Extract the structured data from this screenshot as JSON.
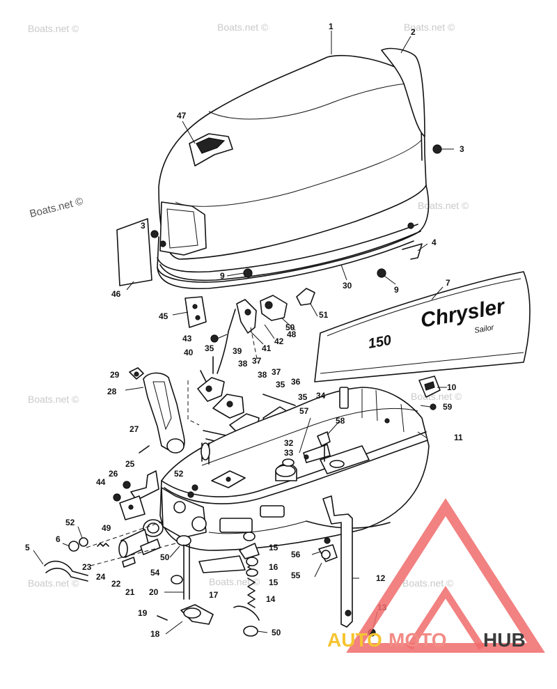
{
  "watermark_text": "Boats.net ©",
  "decal_brand": "Chrysler",
  "decal_model": "Sailor",
  "decal_hp": "150",
  "logo": {
    "part1": "AUTO",
    "part2": "MOTO",
    "part3": "HUB",
    "color_part1": "#f5c431",
    "color_part2": "#f28b85",
    "color_part3": "#3b3b3b",
    "triangle_color": "#f06b6b"
  },
  "callouts": [
    "1",
    "2",
    "3",
    "3",
    "4",
    "5",
    "6",
    "7",
    "9",
    "9",
    "10",
    "11",
    "12",
    "13",
    "14",
    "15",
    "15",
    "16",
    "17",
    "18",
    "19",
    "20",
    "21",
    "22",
    "23",
    "24",
    "25",
    "26",
    "27",
    "28",
    "29",
    "30",
    "32",
    "33",
    "34",
    "35",
    "35",
    "35",
    "36",
    "37",
    "37",
    "38",
    "38",
    "39",
    "40",
    "41",
    "42",
    "43",
    "44",
    "45",
    "46",
    "47",
    "48",
    "49",
    "50",
    "50",
    "50",
    "51",
    "52",
    "52",
    "54",
    "55",
    "56",
    "57",
    "58",
    "59"
  ]
}
